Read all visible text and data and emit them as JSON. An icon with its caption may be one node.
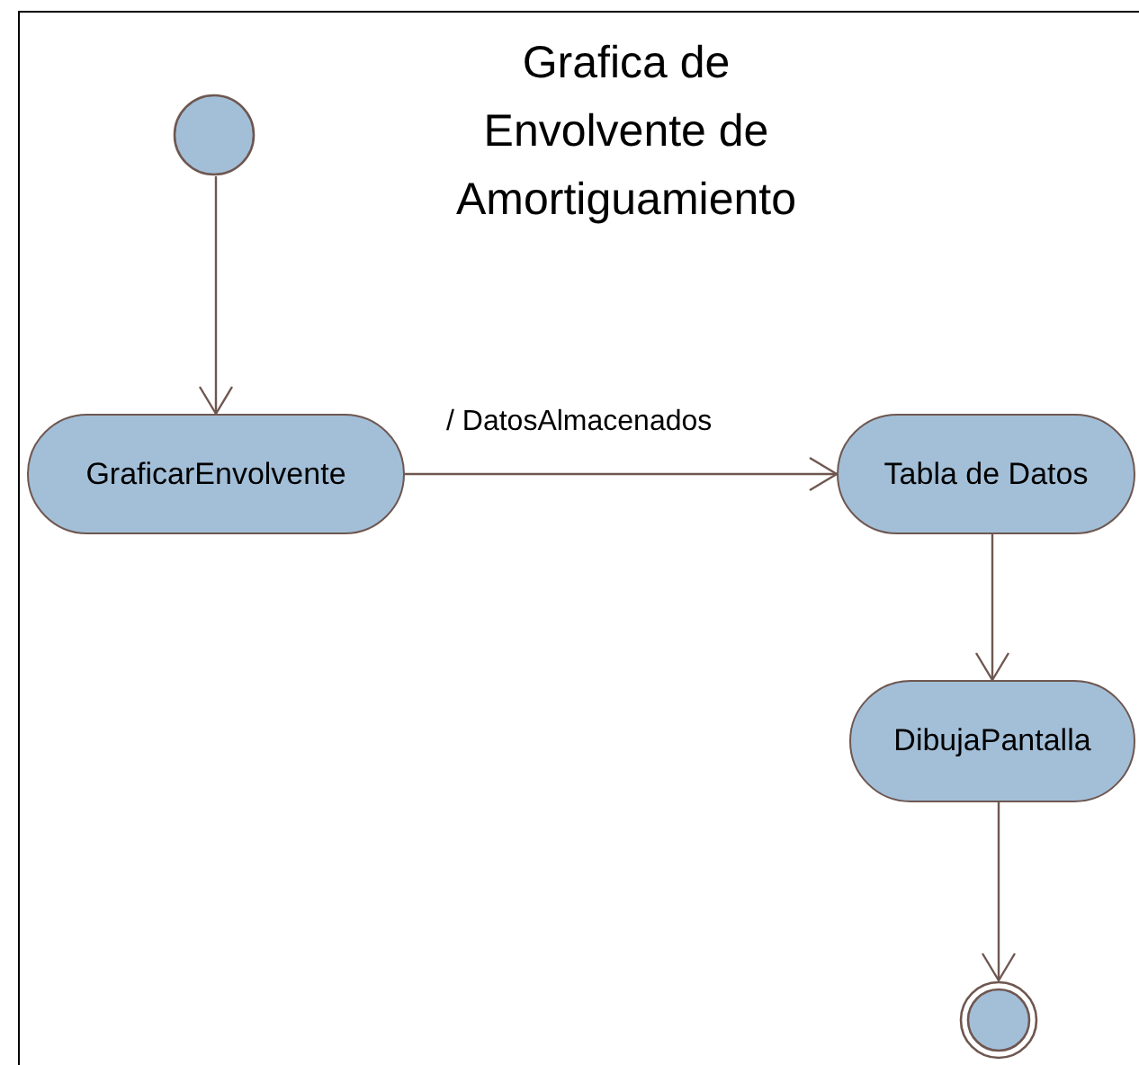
{
  "diagram": {
    "title": "Grafica de Envolvente de Amortiguamiento",
    "nodes": [
      {
        "text": [],
        "shape": "circle"
      },
      {
        "text": [
          "GraficarEnvolvente"
        ]
      },
      {
        "text": [
          "Tabla de Datos"
        ]
      },
      {
        "text": [
          "DibujaPantalla"
        ]
      },
      {
        "text": [],
        "shape": "circle"
      }
    ],
    "edges": [
      {
        "from": 0,
        "to": 1,
        "arrow": "to"
      },
      {
        "from": 1,
        "to": 2,
        "arrow": "to",
        "label": "/ DatosAlmacenados"
      },
      {
        "from": 2,
        "to": 3,
        "arrow": "to"
      },
      {
        "from": 3,
        "to": 4,
        "arrow": "to"
      }
    ]
  }
}
